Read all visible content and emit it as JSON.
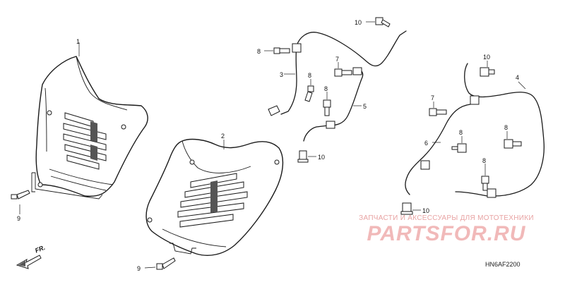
{
  "callouts": {
    "c1": "1",
    "c2": "2",
    "c3": "3",
    "c4": "4",
    "c5": "5",
    "c6": "6",
    "c7a": "7",
    "c7b": "7",
    "c8a": "8",
    "c8b": "8",
    "c8c": "8",
    "c8d": "8",
    "c8e": "8",
    "c9a": "9",
    "c9b": "9",
    "c10a": "10",
    "c10b": "10",
    "c10c": "10",
    "c10d": "10"
  },
  "direction_label": "FR.",
  "watermark": {
    "top_text": "ЗАПЧАСТИ И АКСЕССУАРЫ ДЛЯ МОТОТЕХНИКИ",
    "logo_text": "PARTSFOR.RU"
  },
  "diagram_code": "HN6AF2200",
  "colors": {
    "line": "#1a1a1a",
    "watermark": "#f1b9b9"
  }
}
